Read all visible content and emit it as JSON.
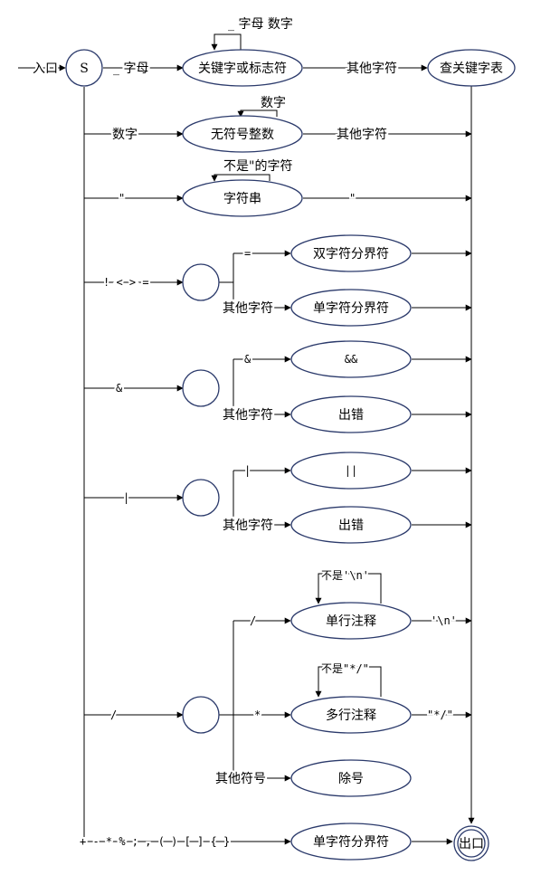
{
  "entry_label": "入口",
  "exit_label": "出口",
  "start_state": "S",
  "states": {
    "ident": "关键字或标志符",
    "lookup": "查关键字表",
    "integer": "无符号整数",
    "string": "字符串",
    "double_delim": "双字符分界符",
    "single_delim_a": "单字符分界符",
    "and_and": "&&",
    "error_a": "出错",
    "or_or": "||",
    "error_b": "出错",
    "line_comment": "单行注释",
    "block_comment": "多行注释",
    "divide": "除号",
    "single_delim_b": "单字符分界符"
  },
  "edges": {
    "letter_start": "_ 字母",
    "ident_loop": "_ 字母 数字",
    "other_char_a": "其他字符",
    "digit_start": "数字",
    "integer_loop": "数字",
    "other_char_b": "其他字符",
    "quote_start": "\"",
    "string_loop": "不是\"的字符",
    "quote_end": "\"",
    "relop_start": "! < > =",
    "eq": "=",
    "other_char_c": "其他字符",
    "amp_start": "&",
    "amp": "&",
    "other_char_d": "其他字符",
    "pipe_start": "|",
    "pipe": "|",
    "other_char_e": "其他字符",
    "slash_start": "/",
    "slash": "/",
    "star": "*",
    "other_symbol": "其他符号",
    "line_loop": "不是'\\n'",
    "line_end": "'\\n'",
    "block_loop": "不是\"*/\"",
    "block_end": "\"*/\"",
    "single_chars": "+ - * % ; , ( ) [ ] { }"
  }
}
